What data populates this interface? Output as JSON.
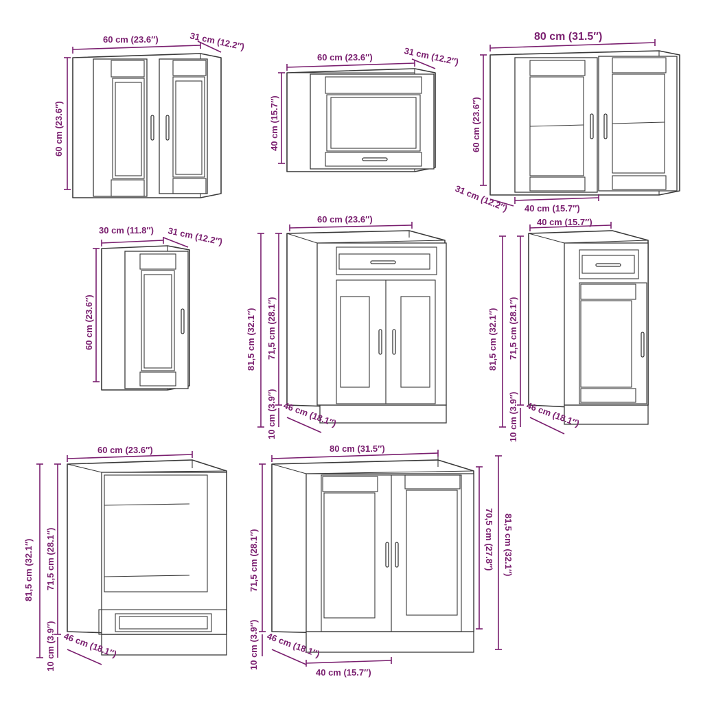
{
  "colors": {
    "dimension": "#7a1f6f",
    "outline": "#3a3a3a",
    "background": "#ffffff"
  },
  "cabinets": {
    "wall_60": {
      "width": "60 cm (23.6″)",
      "depth": "31 cm (12.2″)",
      "height": "60 cm (23.6″)"
    },
    "wall_60_low": {
      "width": "60 cm (23.6″)",
      "depth": "31 cm (12.2″)",
      "height": "40 cm (15.7″)"
    },
    "wall_80_glass": {
      "width": "80 cm (31.5″)",
      "depth": "31 cm (12.2″)",
      "height": "60 cm (23.6″)",
      "door_width": "40 cm (15.7″)"
    },
    "wall_30": {
      "width": "30 cm (11.8″)",
      "depth": "31 cm (12.2″)",
      "height": "60 cm (23.6″)"
    },
    "base_60": {
      "width": "60 cm (23.6″)",
      "total_height": "81,5 cm (32.1″)",
      "body_height": "71,5 cm (28.1″)",
      "plinth": "10 cm (3.9″)",
      "depth": "46 cm (18.1″)"
    },
    "base_40": {
      "width": "40 cm (15.7″)",
      "total_height": "81,5 cm (32.1″)",
      "body_height": "71,5 cm (28.1″)",
      "plinth": "10 cm (3.9″)",
      "depth": "46 cm (18.1″)"
    },
    "oven_60": {
      "width": "60 cm (23.6″)",
      "total_height": "81,5 cm (32.1″)",
      "body_height": "71,5 cm (28.1″)",
      "plinth": "10 cm (3.9″)",
      "depth": "46 cm (18.1″)"
    },
    "sink_80": {
      "width": "80 cm (31.5″)",
      "body_height": "71,5 cm (28.1″)",
      "plinth": "10 cm (3.9″)",
      "depth": "46 cm (18.1″)",
      "door_width": "40 cm (15.7″)",
      "door_height": "70,5 cm (27.8″)",
      "total_height": "81,5 cm (32.1″)"
    }
  }
}
